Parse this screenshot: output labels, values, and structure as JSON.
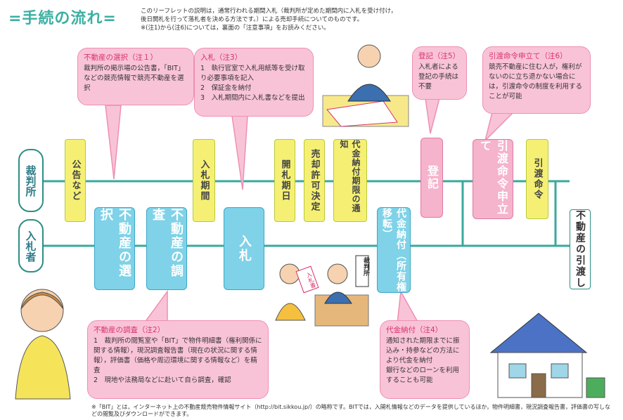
{
  "header": {
    "title": "=手続の流れ=",
    "intro": [
      "このリーフレットの説明は，通常行われる期間入札（裁判所が定めた期間内に入札を受け付け，",
      "後日開札を行って落札者を決める方法です。）による売却手続についてのものです。",
      "※(注1)から(注6)については，裏面の「注意事項」をお読みください。"
    ]
  },
  "lanes": {
    "court": "裁判所",
    "bidder": "入札者"
  },
  "court_steps": [
    "公告など",
    "入札期間",
    "開札期日",
    "売却許可決定",
    "代金納付期限の通知",
    "登記",
    "引渡命令"
  ],
  "court_pink": [
    "引渡命令申立て"
  ],
  "bidder_steps": [
    "不動産の選択",
    "不動産の調査",
    "入札",
    "代金納付（所有権移転）",
    "不動産の引渡し"
  ],
  "bubbles": {
    "select": {
      "title": "不動産の選択（注１）",
      "lines": [
        "裁判所の掲示場の公告書，「BIT」などの競売情報で競売不動産を選択"
      ]
    },
    "bid": {
      "title": "入札（注3）",
      "lines": [
        "1　執行官室で入札用紙等を受け取り必要事項を記入",
        "2　保証金を納付",
        "3　入札期間内に入札書などを提出"
      ]
    },
    "register": {
      "title": "登記（注5）",
      "lines": [
        "入札者による登記の手続は不要"
      ]
    },
    "order": {
      "title": "引渡命令申立て（注6）",
      "lines": [
        "競売不動産に住む人が，権利がないのに立ち退かない場合には，引渡命令の制度を利用することが可能"
      ]
    },
    "survey": {
      "title": "不動産の調査（注2）",
      "lines": [
        "1　裁判所の閲覧室や「BIT」で物件明細書（権利関係に関する情報），現況調査報告書（現在の状況に関する情報），評価書（価格や周辺環境に関する情報など）を精査",
        "2　現地や法務局などに赴いて自ら調査，確認"
      ]
    },
    "payment": {
      "title": "代金納付（注4）",
      "lines": [
        "通知された期限までに振込み・持参などの方法により代金を納付",
        "銀行などのローンを利用することも可能"
      ]
    }
  },
  "illustration_labels": {
    "court_sign": "裁判所",
    "bid_sheet": "入札書"
  },
  "footnote": "※「BIT」とは，インターネット上の不動産競売物件情報サイト（http://bit.sikkou.jp/）の略称です。BITでは，入開札情報などのデータを提供しているほか，物件明細書，現況調査報告書，評価書の写しなどの閲覧及びダウンロードができます。",
  "colors": {
    "accent": "#3ab0a2",
    "pink": "#f9c3d7",
    "yellow": "#f5f074",
    "blue": "#7fd2e7",
    "line": "#3aa89c"
  }
}
